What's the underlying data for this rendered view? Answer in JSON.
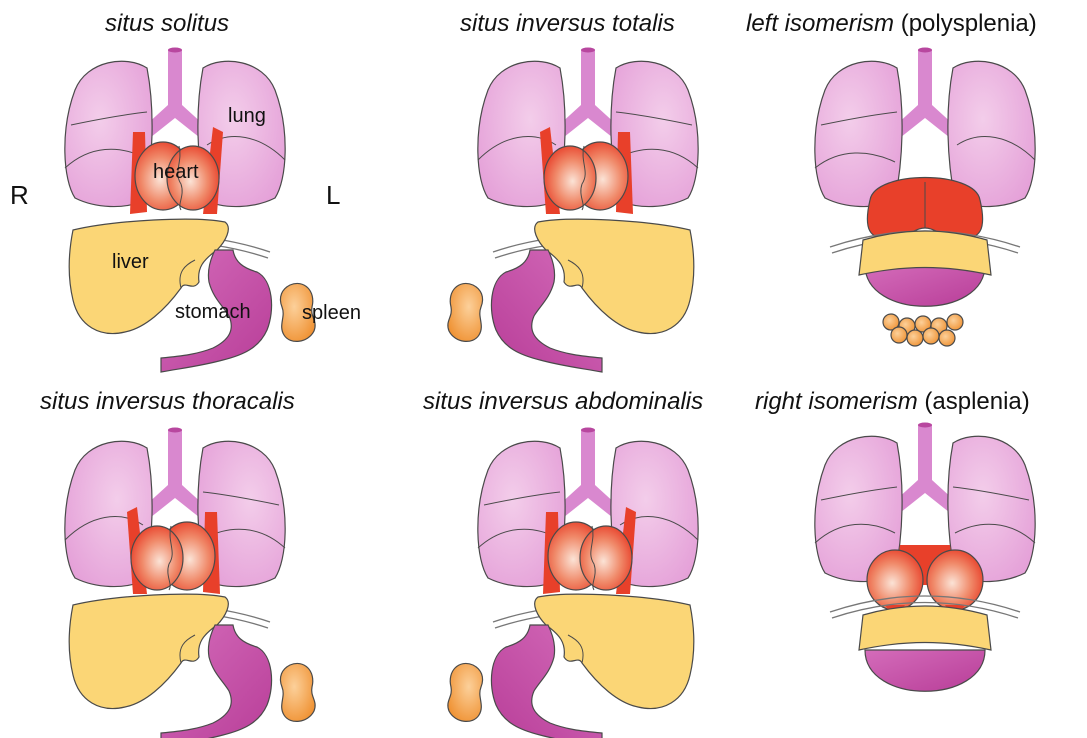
{
  "side_labels": {
    "right": "R",
    "left": "L"
  },
  "panels": [
    {
      "italic": "situs solitus",
      "plain": ""
    },
    {
      "italic": "situs inversus totalis",
      "plain": ""
    },
    {
      "italic": "left isomerism",
      "plain": "(polysplenia)"
    },
    {
      "italic": "situs inversus thoracalis",
      "plain": ""
    },
    {
      "italic": "situs inversus abdominalis",
      "plain": ""
    },
    {
      "italic": "right isomerism",
      "plain": "(asplenia)"
    }
  ],
  "organ_labels": {
    "lung": "lung",
    "heart": "heart",
    "liver": "liver",
    "stomach": "stomach",
    "spleen": "spleen"
  },
  "colors": {
    "lung": "#e7a8dc",
    "trachea": "#d988cf",
    "heart": "#ee6a4a",
    "heart_dark": "#e8402a",
    "liver": "#fbd676",
    "stomach": "#c94ea8",
    "spleen": "#f4a24a",
    "outline": "#4a4a4a"
  }
}
